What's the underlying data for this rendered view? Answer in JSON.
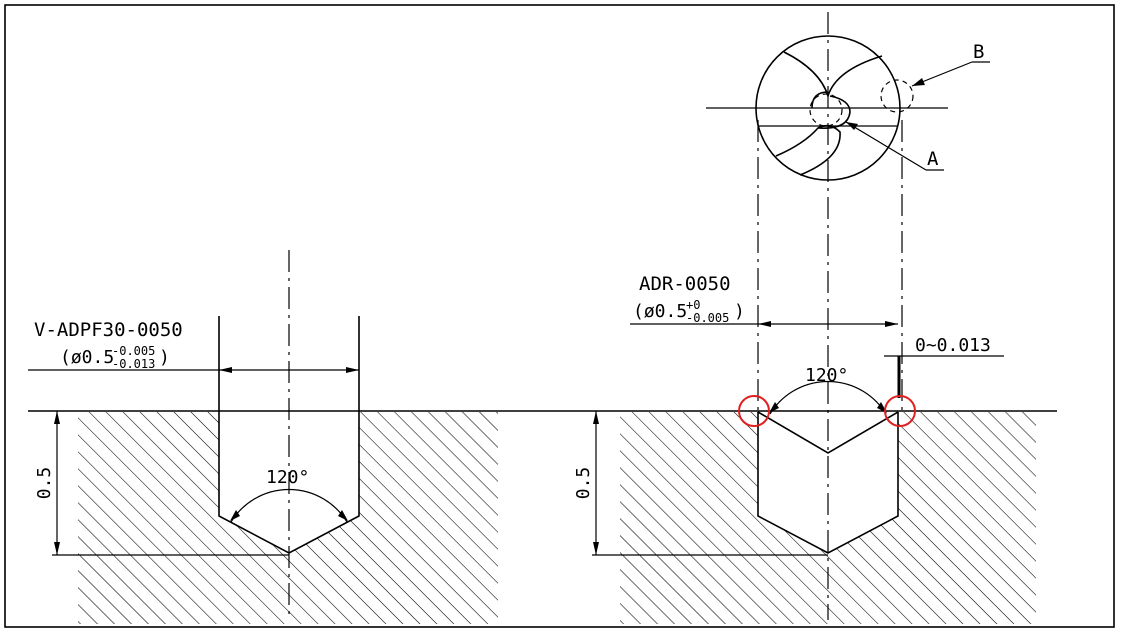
{
  "left_view": {
    "part_label": "V-ADPF30-0050",
    "dim_prefix": "(ø0.5",
    "tol_upper": "-0.005",
    "tol_lower": "-0.013",
    "dim_suffix": ")",
    "angle": "120°",
    "depth": "0.5"
  },
  "right_view": {
    "part_label": "ADR-0050",
    "dim_prefix": "(ø0.5",
    "tol_upper": "+0",
    "tol_lower": "-0.005",
    "dim_suffix": ")",
    "angle": "120°",
    "depth": "0.5",
    "clearance": "0~0.013",
    "callout_a": "A",
    "callout_b": "B"
  },
  "colors": {
    "line": "#000000",
    "highlight": "#e02020"
  }
}
